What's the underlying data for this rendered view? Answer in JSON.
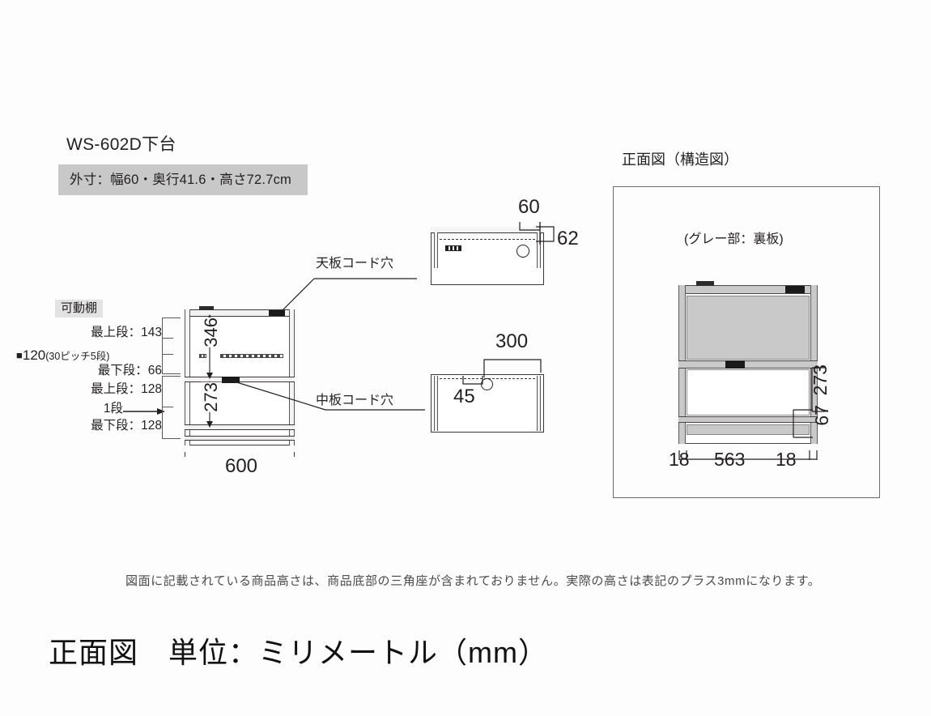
{
  "header": {
    "model_title": "WS-602D下台",
    "spec_band": "外寸：幅60・奥行41.6・高さ72.7cm"
  },
  "shelf_tag": "可動棚",
  "left_labels": {
    "upper_top": "最上段：143",
    "pitch_square": "■",
    "pitch_value": "120",
    "pitch_note": "(30ピッチ5段)",
    "upper_bottom": "最下段：66",
    "lower_top": "最上段：128",
    "lower_stage": "1段",
    "lower_bottom": "最下段：128"
  },
  "front_view": {
    "inner_upper": "346",
    "inner_lower": "273",
    "width": "600"
  },
  "callouts": {
    "top_cord_hole": "天板コード穴",
    "mid_cord_hole": "中板コード穴"
  },
  "plan_top": {
    "dim_horizontal": "60",
    "dim_vertical": "62"
  },
  "plan_mid": {
    "dim_horizontal": "300",
    "dim_offset": "45"
  },
  "structure": {
    "title": "正面図（構造図）",
    "note": "(グレー部：裏板)",
    "dim_273": "273",
    "dim_67": "67",
    "dim_left": "18",
    "dim_center": "563",
    "dim_right": "18"
  },
  "footer": {
    "note": "図面に記載されている商品高さは、商品底部の三角座が含まれておりません。実際の高さは表記のプラス3mmになります。",
    "heading": "正面図　単位：ミリメートル（mm）"
  },
  "colors": {
    "band_grey": "#c8c8c8",
    "tag_grey": "#e3e3e3",
    "panel_grey": "#c9c9c9",
    "line_dark": "#3a3538"
  }
}
